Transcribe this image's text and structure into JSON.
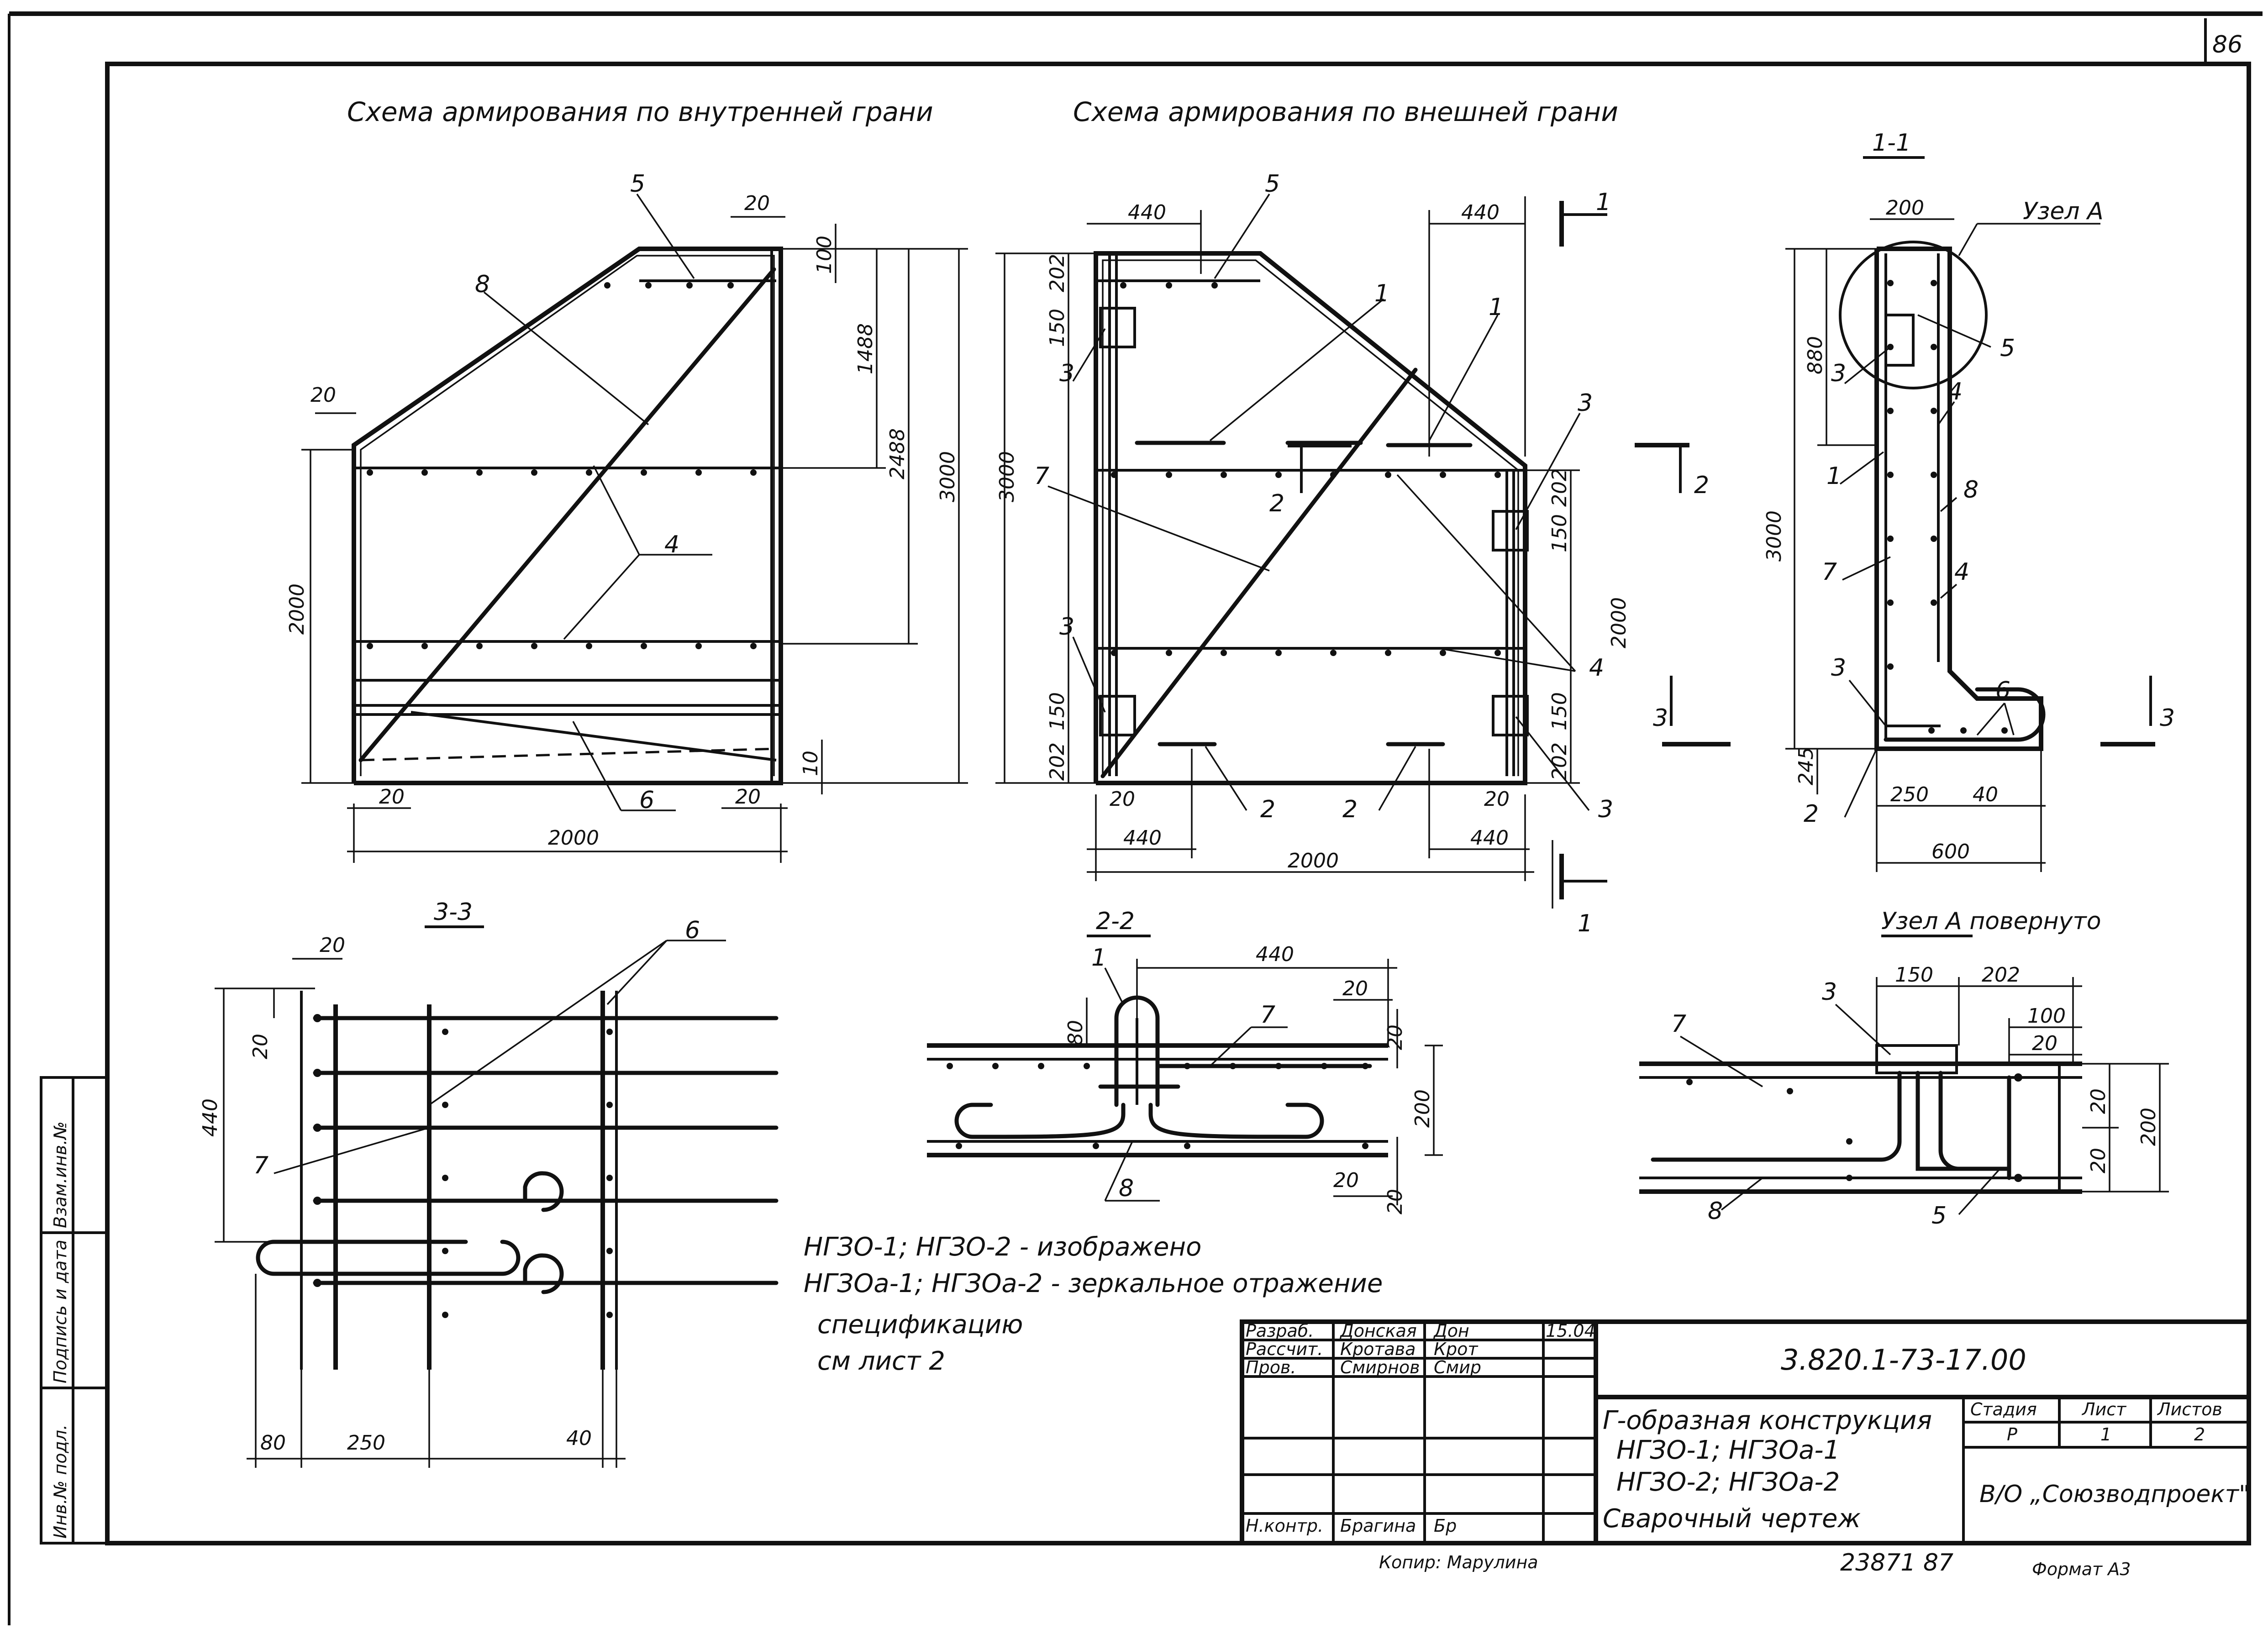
{
  "sheet": {
    "page_number": "86"
  },
  "views": {
    "inner_title": "Схема армирования по внутренней грани",
    "outer_title": "Схема армирования по внешней грани",
    "section_1_1": "1-1",
    "section_3_3": "3-3",
    "section_2_2": "2-2",
    "node_a_rotated": "Узел А повернуто",
    "node_a": "Узел А"
  },
  "cut_marks": {
    "c1": "1",
    "c2": "2",
    "c3": "3"
  },
  "dims": {
    "d20": "20",
    "d100": "100",
    "d1488": "1488",
    "d2488": "2488",
    "d3000": "3000",
    "d2000": "2000",
    "d10": "10",
    "d440": "440",
    "d202": "202",
    "d150": "150",
    "d200": "200",
    "d880": "880",
    "d245": "245",
    "d250": "250",
    "d40": "40",
    "d600": "600",
    "d80": "80"
  },
  "positions": {
    "p1": "1",
    "p2": "2",
    "p3": "3",
    "p4": "4",
    "p5": "5",
    "p6": "6",
    "p7": "7",
    "p8": "8"
  },
  "notes": {
    "line1": "НГЗО-1; НГЗО-2 - изображено",
    "line2": "НГЗОа-1; НГЗОа-2 - зеркальное отражение",
    "line3": "спецификацию",
    "line4": "см лист 2"
  },
  "title_block": {
    "doc_code": "3.820.1-73-17.00",
    "roles": [
      "Разраб.",
      "Рассчит.",
      "Пров.",
      "",
      "",
      "Н.контр."
    ],
    "names": [
      "Донская",
      "Кротава",
      "Смирнов",
      "",
      "",
      "Брагина"
    ],
    "signatures": [
      "Дон",
      "Крот",
      "Смир",
      "",
      "",
      "Бр"
    ],
    "dates": [
      "15.04",
      "",
      "",
      "",
      "",
      ""
    ],
    "product_lines": [
      "Г-образная конструкция",
      "НГЗО-1; НГЗОа-1",
      "НГЗО-2; НГЗОа-2",
      "Сварочный чертеж"
    ],
    "stage_header": "Стадия",
    "sheet_header": "Лист",
    "sheets_header": "Листов",
    "stage": "Р",
    "sheet": "1",
    "sheets": "2",
    "organization": "В/О „Союзводпроект\"",
    "copied_label": "Копир: Марулина",
    "inventory": "23871  87",
    "format_label": "Формат А3"
  },
  "side_stamp": {
    "vzam": "Взам.инв.№",
    "podpis": "Подпись и дата",
    "inv": "Инв.№ подл."
  }
}
